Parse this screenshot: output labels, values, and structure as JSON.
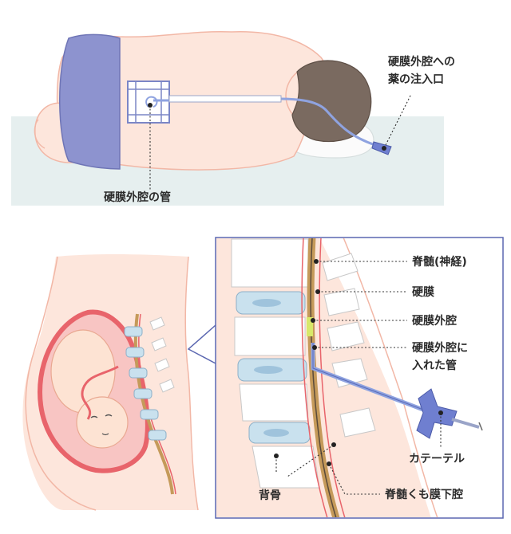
{
  "labels": {
    "injection_port": [
      "硬膜外腔への",
      "薬の注入口"
    ],
    "epidural_tube": "硬膜外腔の管",
    "spinal_cord": "脊髄(神経)",
    "dura": "硬膜",
    "epidural_space": "硬膜外腔",
    "tube_in_space": [
      "硬膜外腔に",
      "入れた管"
    ],
    "catheter": "カテーテル",
    "spine": "背骨",
    "subarachnoid": "脊髄くも膜下腔"
  },
  "colors": {
    "skin": "#fde6dc",
    "skin_outline": "#f2b7a6",
    "hair": "#7a6a60",
    "cloth": "#8d93cf",
    "bed": "#e6efef",
    "tube": "#8fa3e0",
    "frame": "#7b86c6",
    "vertebra": "#c9e1ee",
    "cord": "#c59a5a",
    "uterus": "#e8646b"
  }
}
